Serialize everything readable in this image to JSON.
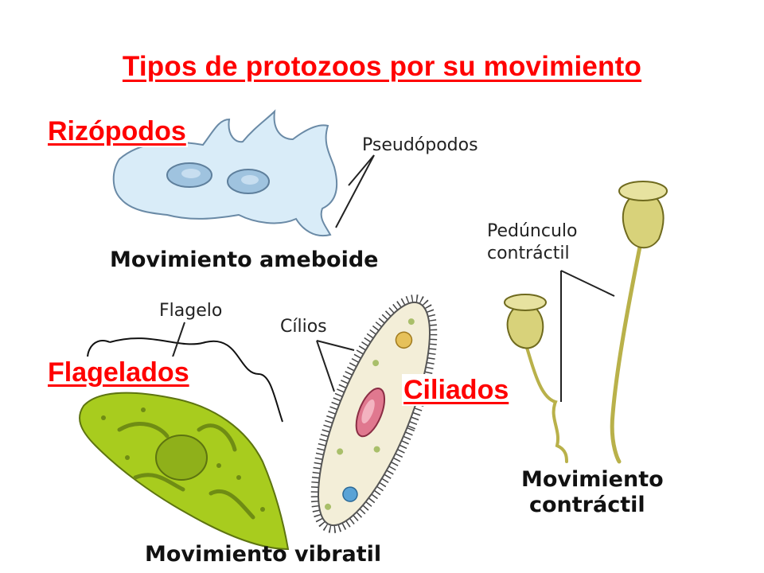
{
  "title": "Tipos de protozoos por su movimiento",
  "categories": {
    "rizopodos": "Rizópodos",
    "flagelados": "Flagelados",
    "ciliados": "Ciliados"
  },
  "labels": {
    "pseudopodos": "Pseudópodos",
    "flagelo": "Flagelo",
    "cilios": "Cílios",
    "peduncle_line1": "Pedúnculo",
    "peduncle_line2": "contráctil"
  },
  "captions": {
    "ameboide": "Movimiento ameboide",
    "vibratil": "Movimiento vibratil",
    "contractil_line1": "Movimiento",
    "contractil_line2": "contráctil"
  },
  "colors": {
    "heading": "#ff0000",
    "amoeba": "#d9ecf8",
    "euglena": "#a8cc1e",
    "paramecium": "#f3eed8",
    "vorticella": "#d8d27a"
  }
}
